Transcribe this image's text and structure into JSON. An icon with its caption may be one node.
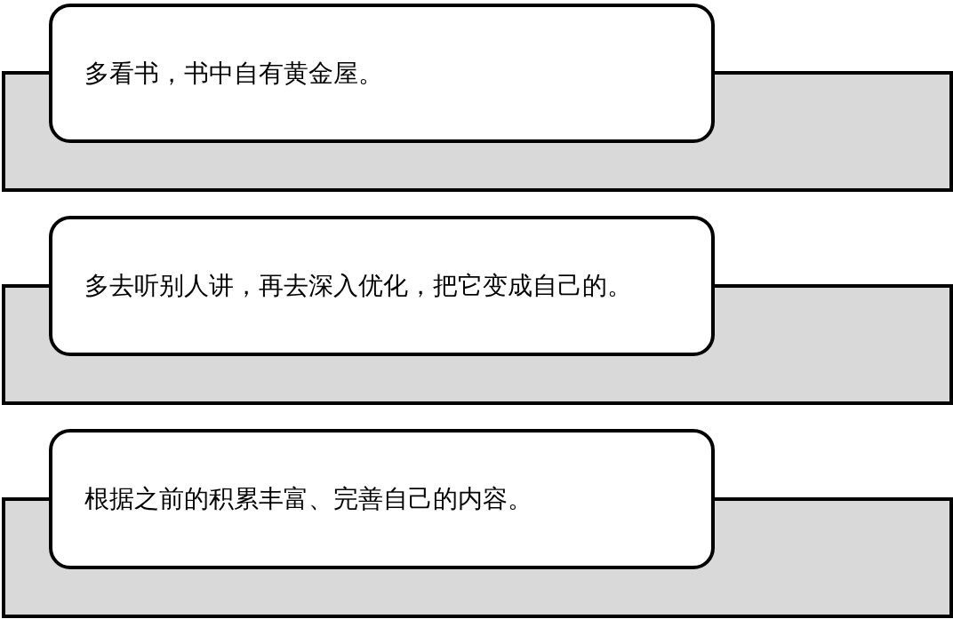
{
  "diagram": {
    "nodes": [
      {
        "text": [
          "多看书，书中自有黄金屋。"
        ]
      },
      {
        "text": [],
        "shape": "bar"
      },
      {
        "text": [
          "多去听别人讲，再去深入优化，把它变成自己的。"
        ]
      },
      {
        "text": [],
        "shape": "bar"
      },
      {
        "text": [
          "根据之前的积累丰富、完善自己的内容。"
        ]
      },
      {
        "text": [],
        "shape": "bar"
      }
    ],
    "edges": []
  }
}
